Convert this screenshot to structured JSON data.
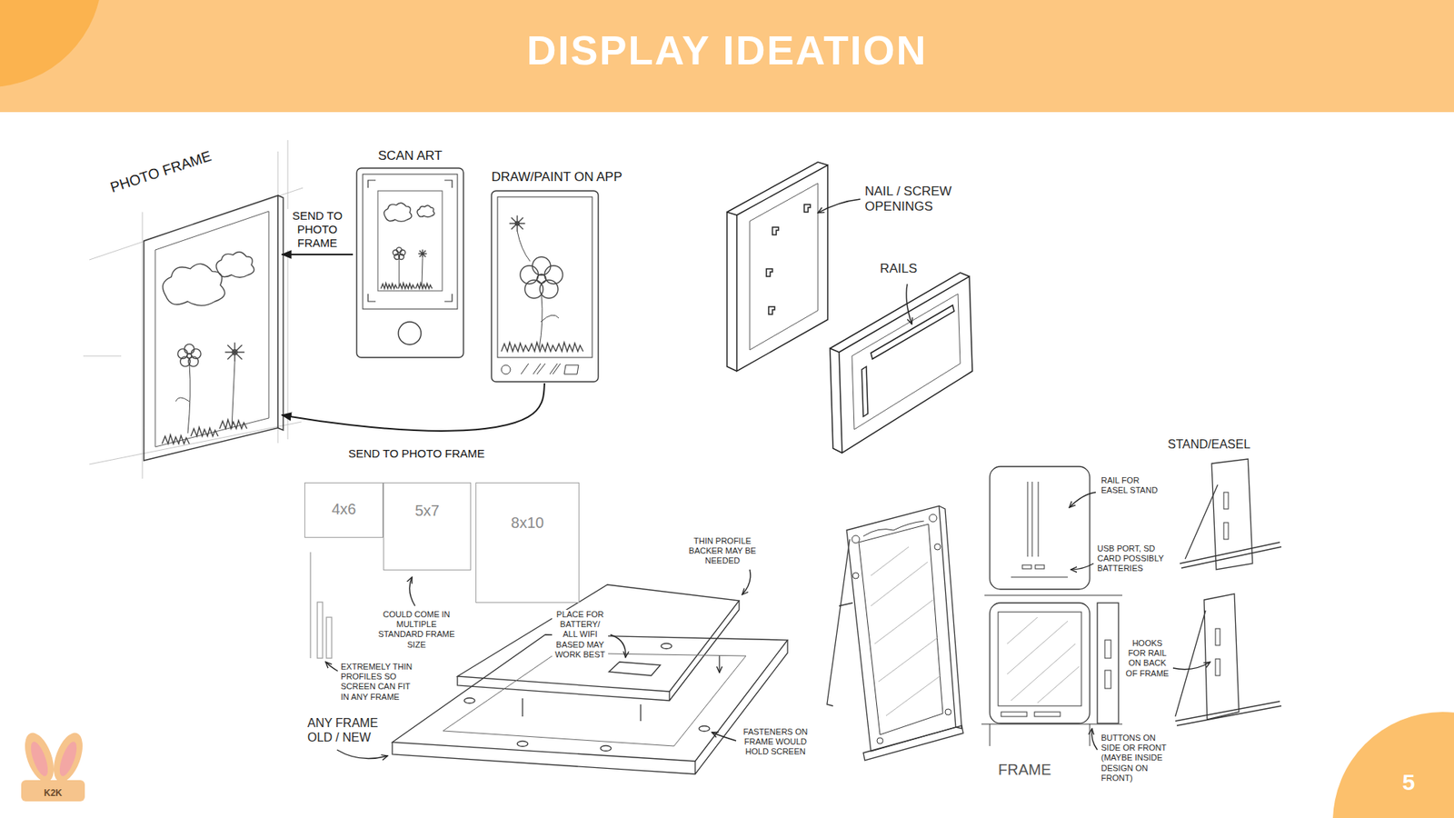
{
  "diagram": {
    "title": "DISPLAY IDEATION",
    "nodes": [
      {
        "text": [
          "PHOTO FRAME"
        ]
      },
      {
        "text": [
          "SCAN ART"
        ]
      },
      {
        "text": [
          "DRAW/PAINT ON APP"
        ]
      },
      {
        "text": [
          "4x6"
        ]
      },
      {
        "text": [
          "5x7"
        ]
      },
      {
        "text": [
          "8x10"
        ]
      }
    ],
    "edges": [
      {
        "from": 1,
        "to": 0,
        "label": "SEND TO PHOTO FRAME",
        "arrow": "to"
      },
      {
        "from": 2,
        "to": 0,
        "label": "SEND TO PHOTO FRAME",
        "arrow": "to"
      }
    ],
    "labels": [
      "NAIL / SCREW OPENINGS",
      "RAILS",
      "COULD COME IN MULTIPLE STANDARD FRAME SIZE",
      "EXTREMELY THIN PROFILES SO SCREEN CAN FIT IN ANY FRAME",
      "THIN PROFILE BACKER MAY BE NEEDED",
      "PLACE FOR BATTERY/ ALL WIFI BASED MAY WORK BEST",
      "ANY FRAME OLD / NEW",
      "FASTENERS ON FRAME WOULD HOLD SCREEN",
      "STAND/EASEL",
      "RAIL FOR EASEL STAND",
      "USB PORT, SD CARD POSSIBLY BATTERIES",
      "HOOKS FOR RAIL ON BACK OF FRAME",
      "BUTTONS ON SIDE OR FRONT (MAYBE INSIDE DESIGN ON FRONT)",
      "FRAME",
      "K2K",
      "5"
    ]
  }
}
